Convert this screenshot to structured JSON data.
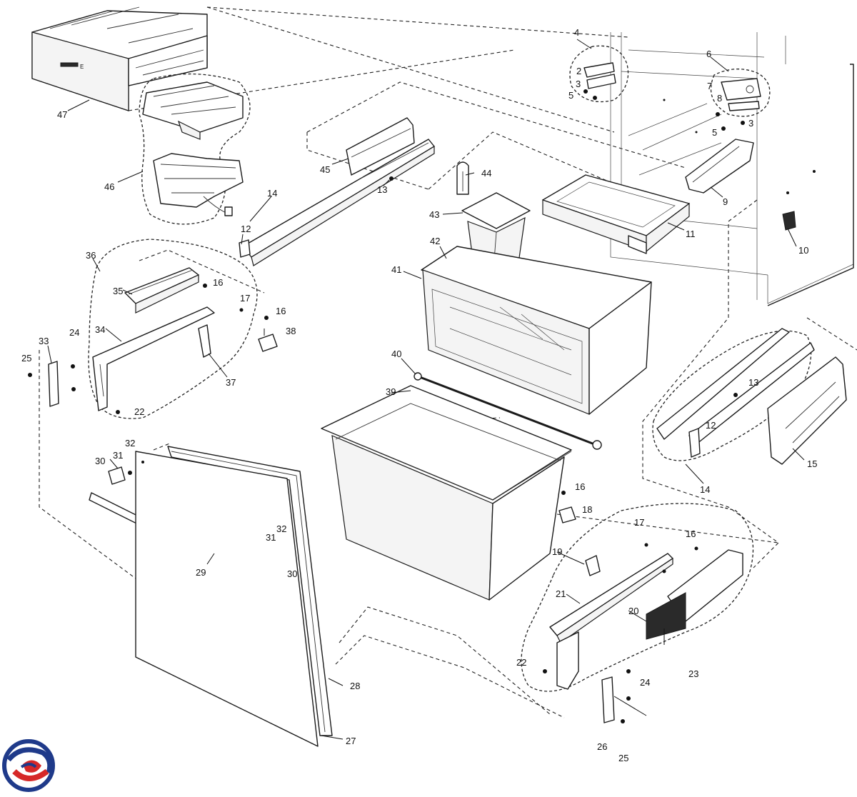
{
  "callouts": {
    "c47": "47",
    "c46": "46",
    "c45": "45",
    "c44": "44",
    "c43": "43",
    "c42": "42",
    "c41": "41",
    "c40": "40",
    "c39": "39",
    "c38": "38",
    "c37": "37",
    "c36": "36",
    "c35": "35",
    "c34": "34",
    "c33": "33",
    "c32a": "32",
    "c32b": "32",
    "c31a": "31",
    "c31b": "31",
    "c30a": "30",
    "c30b": "30",
    "c29": "29",
    "c28": "28",
    "c27": "27",
    "c26": "26",
    "c25a": "25",
    "c25b": "25",
    "c24a": "24",
    "c24b": "24",
    "c23": "23",
    "c22a": "22",
    "c22b": "22",
    "c21": "21",
    "c20": "20",
    "c19": "19",
    "c18": "18",
    "c17a": "17",
    "c17b": "17",
    "c16a": "16",
    "c16b": "16",
    "c16c": "16",
    "c16d": "16",
    "c15": "15",
    "c14a": "14",
    "c14b": "14",
    "c13a": "13",
    "c13b": "13",
    "c12a": "12",
    "c12b": "12",
    "c11": "11",
    "c10": "10",
    "c9": "9",
    "c8": "8",
    "c7": "7",
    "c6": "6",
    "c5a": "5",
    "c5b": "5",
    "c4": "4",
    "c3a": "3",
    "c3b": "3",
    "c2": "2"
  },
  "icons": {
    "logo": "brand-swirl-logo"
  },
  "colors": {
    "logo_blue": "#1f3a8a",
    "logo_red": "#d62828"
  }
}
